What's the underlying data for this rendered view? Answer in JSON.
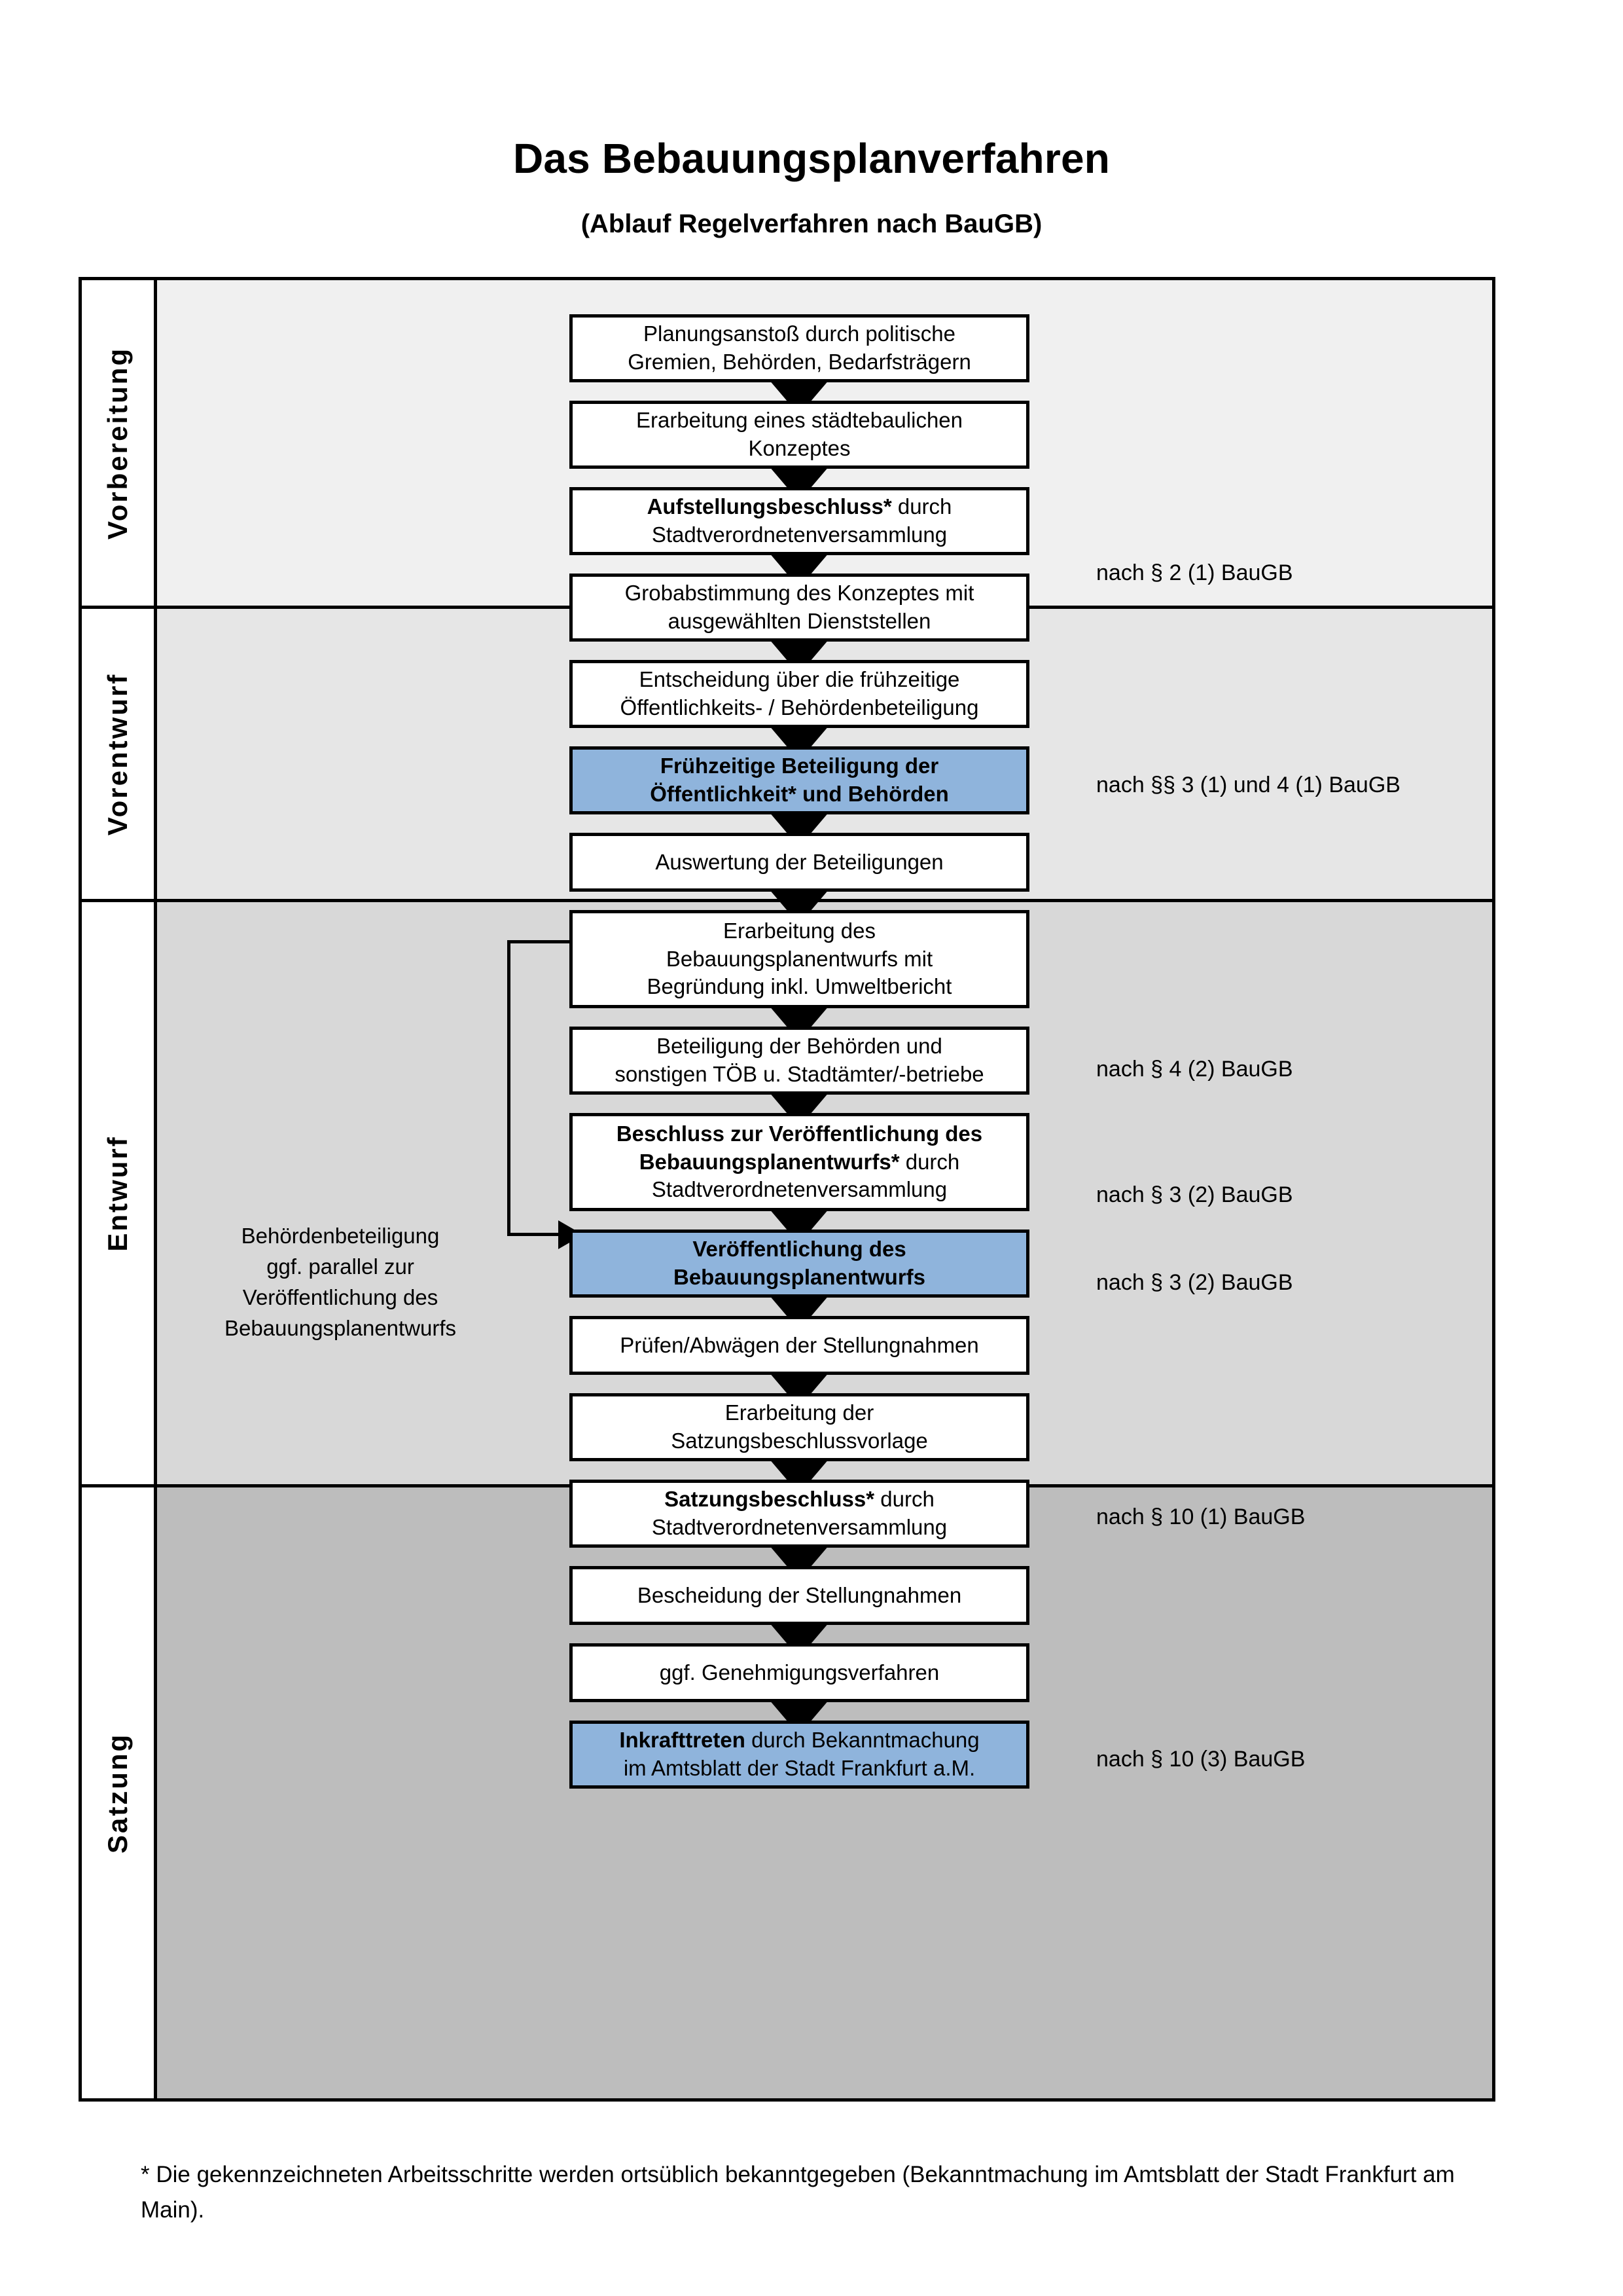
{
  "header": {
    "title": "Das Bebauungsplanverfahren",
    "subtitle": "(Ablauf Regelverfahren nach BauGB)"
  },
  "colors": {
    "highlight_blue": "#8FB4DC",
    "band_vorbereitung": "#F0F0F0",
    "band_vorentwurf": "#E6E6E6",
    "band_entwurf": "#D8D8D8",
    "band_satzung": "#BDBDBD",
    "box_border": "#000000"
  },
  "sections": [
    {
      "id": "vorbereitung",
      "label": "Vorbereitung"
    },
    {
      "id": "vorentwurf",
      "label": "Vorentwurf"
    },
    {
      "id": "entwurf",
      "label": "Entwurf"
    },
    {
      "id": "satzung",
      "label": "Satzung"
    }
  ],
  "steps": [
    {
      "id": "planungsanstoss",
      "line1": "Planungsanstoß durch politische",
      "line2": "Gremien, Behörden, Bedarfsträgern",
      "highlight": false,
      "bold": false
    },
    {
      "id": "staedtebauliches-konzept",
      "line1": "Erarbeitung eines städtebaulichen",
      "line2": "Konzeptes",
      "highlight": false,
      "bold": false
    },
    {
      "id": "aufstellungsbeschluss",
      "bold_part": "Aufstellungsbeschluss*",
      "rest_part": " durch",
      "line2": "Stadtverordnetenversammlung",
      "highlight": false,
      "bold": "partial"
    },
    {
      "id": "grobabstimmung",
      "line1": "Grobabstimmung des Konzeptes mit",
      "line2": "ausgewählten Dienststellen",
      "highlight": false,
      "bold": false
    },
    {
      "id": "entscheidung-fruehzeitige-beteiligung",
      "line1": "Entscheidung über die frühzeitige",
      "line2": "Öffentlichkeits- / Behördenbeteiligung",
      "highlight": false,
      "bold": false
    },
    {
      "id": "fruehzeitige-beteiligung",
      "line1": "Frühzeitige Beteiligung der",
      "line2": "Öffentlichkeit* und Behörden",
      "highlight": true,
      "bold": true
    },
    {
      "id": "auswertung-beteiligungen",
      "line1": "Auswertung der Beteiligungen",
      "line2": "",
      "highlight": false,
      "bold": false
    },
    {
      "id": "erarbeitung-bebauungsplanentwurf",
      "line1": "Erarbeitung des",
      "line2": "Bebauungsplanentwurfs mit",
      "line3": "Begründung inkl. Umweltbericht",
      "highlight": false,
      "bold": false
    },
    {
      "id": "beteiligung-behoerden-toeb",
      "line1": "Beteiligung der Behörden und",
      "line2": "sonstigen TÖB u. Stadtämter/-betriebe",
      "highlight": false,
      "bold": false
    },
    {
      "id": "beschluss-veroeffentlichung",
      "bold_part": "Beschluss zur Veröffentlichung des",
      "bold_part2": "Bebauungsplanentwurfs*",
      "rest_part": " durch",
      "line3": "Stadtverordnetenversammlung",
      "highlight": false,
      "bold": "partial"
    },
    {
      "id": "veroeffentlichung-entwurf",
      "line1": "Veröffentlichung des",
      "line2": "Bebauungsplanentwurfs",
      "highlight": true,
      "bold": true
    },
    {
      "id": "pruefen-abwaegen",
      "line1": "Prüfen/Abwägen der Stellungnahmen",
      "line2": "",
      "highlight": false,
      "bold": false
    },
    {
      "id": "erarbeitung-satzungsbeschlussvorlage",
      "line1": "Erarbeitung der",
      "line2": "Satzungsbeschlussvorlage",
      "highlight": false,
      "bold": false
    },
    {
      "id": "satzungsbeschluss",
      "bold_part": "Satzungsbeschluss*",
      "rest_part": " durch",
      "line2": "Stadtverordnetenversammlung",
      "highlight": false,
      "bold": "partial"
    },
    {
      "id": "bescheidung-stellungnahmen",
      "line1": "Bescheidung der Stellungnahmen",
      "line2": "",
      "highlight": false,
      "bold": false
    },
    {
      "id": "genehmigungsverfahren",
      "line1": "ggf. Genehmigungsverfahren",
      "line2": "",
      "highlight": false,
      "bold": false
    },
    {
      "id": "inkrafttreten",
      "bold_part": "Inkrafttreten",
      "rest_part": " durch Bekanntmachung",
      "line2": "im Amtsblatt der Stadt Frankfurt a.M.",
      "highlight": true,
      "bold": "partial"
    }
  ],
  "law_references": [
    {
      "id": "ref-aufstellungsbeschluss",
      "text": "nach § 2 (1) BauGB"
    },
    {
      "id": "ref-fruehzeitige-beteiligung",
      "text": "nach §§ 3 (1) und 4 (1) BauGB"
    },
    {
      "id": "ref-behoerdenbeteiligung",
      "text": "nach § 4 (2) BauGB"
    },
    {
      "id": "ref-beschluss-veroeffentlichung",
      "text": "nach § 3 (2) BauGB"
    },
    {
      "id": "ref-veroeffentlichung",
      "text": "nach § 3 (2) BauGB"
    },
    {
      "id": "ref-satzungsbeschluss",
      "text": "nach § 10 (1) BauGB"
    },
    {
      "id": "ref-inkrafttreten",
      "text": "nach § 10 (3) BauGB"
    }
  ],
  "side_note": {
    "line1": "Behördenbeteiligung",
    "line2": "ggf. parallel zur",
    "line3": "Veröffentlichung des",
    "line4": "Bebauungsplanentwurfs"
  },
  "footnote": {
    "text": "* Die gekennzeichneten Arbeitsschritte werden ortsüblich bekanntgegeben (Bekanntmachung im Amtsblatt  der Stadt Frankfurt am Main)."
  }
}
